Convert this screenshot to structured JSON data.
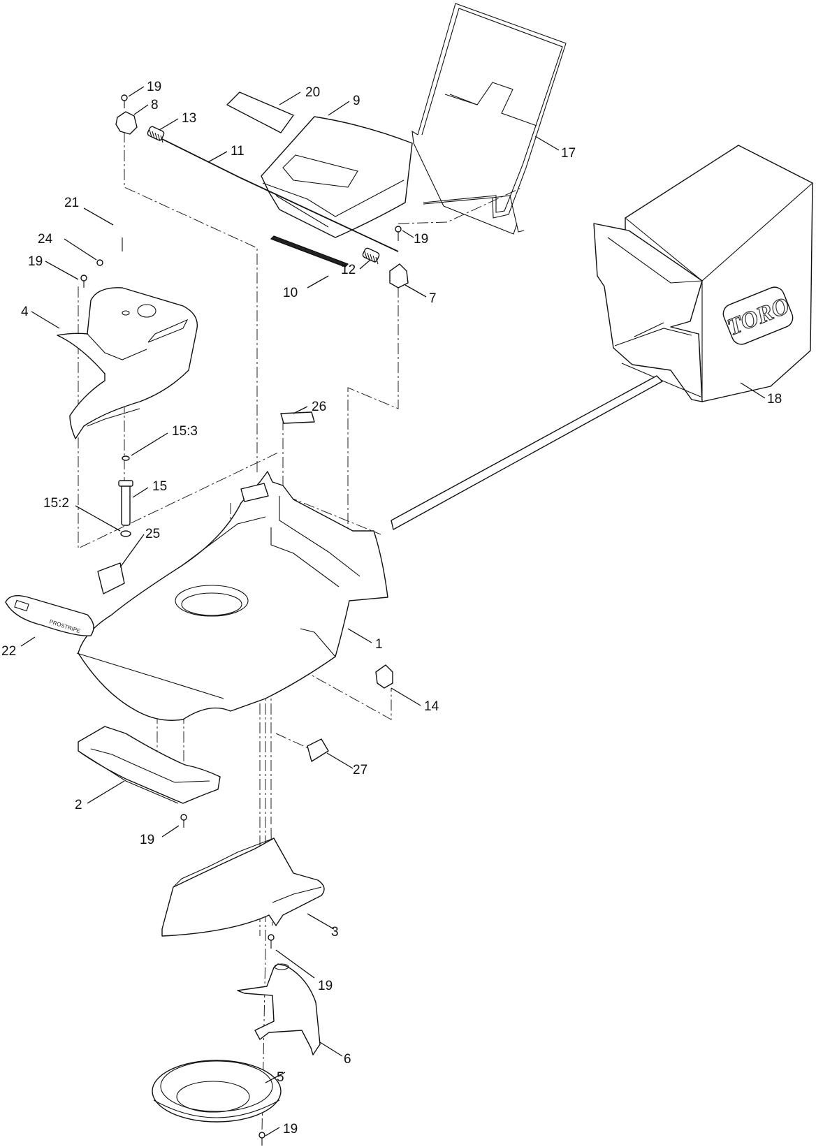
{
  "callouts": [
    {
      "label": "19"
    },
    {
      "label": "8"
    },
    {
      "label": "13"
    },
    {
      "label": "11"
    },
    {
      "label": "20"
    },
    {
      "label": "9"
    },
    {
      "label": "17"
    },
    {
      "label": "19"
    },
    {
      "label": "12"
    },
    {
      "label": "10"
    },
    {
      "label": "7"
    },
    {
      "label": "18"
    },
    {
      "label": "21"
    },
    {
      "label": "24"
    },
    {
      "label": "19"
    },
    {
      "label": "4"
    },
    {
      "label": "26"
    },
    {
      "label": "15:3"
    },
    {
      "label": "15"
    },
    {
      "label": "15:2"
    },
    {
      "label": "25"
    },
    {
      "label": "1"
    },
    {
      "label": "22"
    },
    {
      "label": "14"
    },
    {
      "label": "27"
    },
    {
      "label": "2"
    },
    {
      "label": "19"
    },
    {
      "label": "3"
    },
    {
      "label": "19"
    },
    {
      "label": "6"
    },
    {
      "label": "5"
    },
    {
      "label": "19"
    }
  ],
  "brand_logo": "TORO",
  "decal_22_text": "PROSTRIPE"
}
